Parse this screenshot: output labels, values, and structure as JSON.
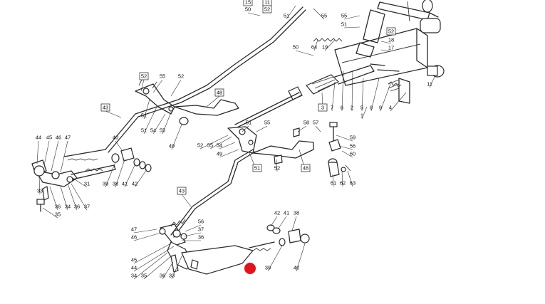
{
  "diagram": {
    "callouts": [
      {
        "id": "c01",
        "text": "15",
        "boxed": true
      },
      {
        "id": "c02",
        "text": "11",
        "boxed": true
      },
      {
        "id": "c03",
        "text": "50",
        "boxed": false
      },
      {
        "id": "c04",
        "text": "52",
        "boxed": true
      },
      {
        "id": "c05",
        "text": "51",
        "boxed": false
      },
      {
        "id": "c06",
        "text": "55",
        "boxed": false
      },
      {
        "id": "c07",
        "text": "55",
        "boxed": false
      },
      {
        "id": "c08",
        "text": "51",
        "boxed": false
      },
      {
        "id": "c09",
        "text": "52",
        "boxed": true
      },
      {
        "id": "c10",
        "text": "18",
        "boxed": false
      },
      {
        "id": "c11",
        "text": "17",
        "boxed": false
      },
      {
        "id": "c12",
        "text": "50",
        "boxed": false
      },
      {
        "id": "c13",
        "text": "64",
        "boxed": false
      },
      {
        "id": "c14",
        "text": "19",
        "boxed": false
      },
      {
        "id": "c15",
        "text": "11",
        "boxed": false
      },
      {
        "id": "c16",
        "text": "52",
        "boxed": true
      },
      {
        "id": "c17",
        "text": "55",
        "boxed": false
      },
      {
        "id": "c18",
        "text": "52",
        "boxed": false
      },
      {
        "id": "c19",
        "text": "48",
        "boxed": true
      },
      {
        "id": "c20",
        "text": "43",
        "boxed": true
      },
      {
        "id": "c21",
        "text": "51",
        "boxed": false
      },
      {
        "id": "c22",
        "text": "51",
        "boxed": false
      },
      {
        "id": "c23",
        "text": "54",
        "boxed": false
      },
      {
        "id": "c24",
        "text": "55",
        "boxed": false
      },
      {
        "id": "c25",
        "text": "49",
        "boxed": false
      },
      {
        "id": "c26",
        "text": "3",
        "boxed": true
      },
      {
        "id": "c27",
        "text": "7",
        "boxed": false
      },
      {
        "id": "c28",
        "text": "6",
        "boxed": false
      },
      {
        "id": "c29",
        "text": "2",
        "boxed": false
      },
      {
        "id": "c30",
        "text": "5",
        "boxed": false
      },
      {
        "id": "c31",
        "text": "1",
        "boxed": false
      },
      {
        "id": "c32",
        "text": "8",
        "boxed": false
      },
      {
        "id": "c33",
        "text": "9",
        "boxed": false
      },
      {
        "id": "c34",
        "text": "4",
        "boxed": false
      },
      {
        "id": "c35",
        "text": "51",
        "boxed": false
      },
      {
        "id": "c36",
        "text": "55",
        "boxed": false
      },
      {
        "id": "c37",
        "text": "58",
        "boxed": false
      },
      {
        "id": "c38",
        "text": "57",
        "boxed": false
      },
      {
        "id": "c39",
        "text": "59",
        "boxed": false
      },
      {
        "id": "c40",
        "text": "56",
        "boxed": false
      },
      {
        "id": "c41",
        "text": "60",
        "boxed": false
      },
      {
        "id": "c42",
        "text": "52",
        "boxed": false
      },
      {
        "id": "c43",
        "text": "55",
        "boxed": false
      },
      {
        "id": "c44",
        "text": "54",
        "boxed": false
      },
      {
        "id": "c45",
        "text": "49",
        "boxed": false
      },
      {
        "id": "c46",
        "text": "51",
        "boxed": true
      },
      {
        "id": "c47",
        "text": "52",
        "boxed": false
      },
      {
        "id": "c48",
        "text": "48",
        "boxed": true
      },
      {
        "id": "c49",
        "text": "44",
        "boxed": false
      },
      {
        "id": "c50",
        "text": "45",
        "boxed": false
      },
      {
        "id": "c51",
        "text": "46",
        "boxed": false
      },
      {
        "id": "c52",
        "text": "47",
        "boxed": false
      },
      {
        "id": "c53",
        "text": "40",
        "boxed": false
      },
      {
        "id": "c54",
        "text": "33",
        "boxed": false
      },
      {
        "id": "c55",
        "text": "31",
        "boxed": false
      },
      {
        "id": "c56",
        "text": "39",
        "boxed": false
      },
      {
        "id": "c57",
        "text": "38",
        "boxed": false
      },
      {
        "id": "c58",
        "text": "41",
        "boxed": false
      },
      {
        "id": "c59",
        "text": "42",
        "boxed": false
      },
      {
        "id": "c60",
        "text": "36",
        "boxed": false
      },
      {
        "id": "c61",
        "text": "34",
        "boxed": false
      },
      {
        "id": "c62",
        "text": "36",
        "boxed": false
      },
      {
        "id": "c63",
        "text": "37",
        "boxed": false
      },
      {
        "id": "c64",
        "text": "35",
        "boxed": false
      },
      {
        "id": "c65",
        "text": "43",
        "boxed": true
      },
      {
        "id": "c66",
        "text": "61",
        "boxed": false
      },
      {
        "id": "c67",
        "text": "62",
        "boxed": false
      },
      {
        "id": "c68",
        "text": "63",
        "boxed": false
      },
      {
        "id": "c69",
        "text": "56",
        "boxed": false
      },
      {
        "id": "c70",
        "text": "37",
        "boxed": false
      },
      {
        "id": "c71",
        "text": "36",
        "boxed": false
      },
      {
        "id": "c72",
        "text": "47",
        "boxed": false
      },
      {
        "id": "c73",
        "text": "46",
        "boxed": false
      },
      {
        "id": "c74",
        "text": "42",
        "boxed": false
      },
      {
        "id": "c75",
        "text": "41",
        "boxed": false
      },
      {
        "id": "c76",
        "text": "38",
        "boxed": false
      },
      {
        "id": "c77",
        "text": "45",
        "boxed": false
      },
      {
        "id": "c78",
        "text": "44",
        "boxed": false
      },
      {
        "id": "c79",
        "text": "34",
        "boxed": false
      },
      {
        "id": "c80",
        "text": "35",
        "boxed": false
      },
      {
        "id": "c81",
        "text": "36",
        "boxed": false
      },
      {
        "id": "c82",
        "text": "33",
        "boxed": false
      },
      {
        "id": "c83",
        "text": "39",
        "boxed": false
      },
      {
        "id": "c84",
        "text": "40",
        "boxed": false
      }
    ],
    "marker_color": "#e3121c"
  }
}
